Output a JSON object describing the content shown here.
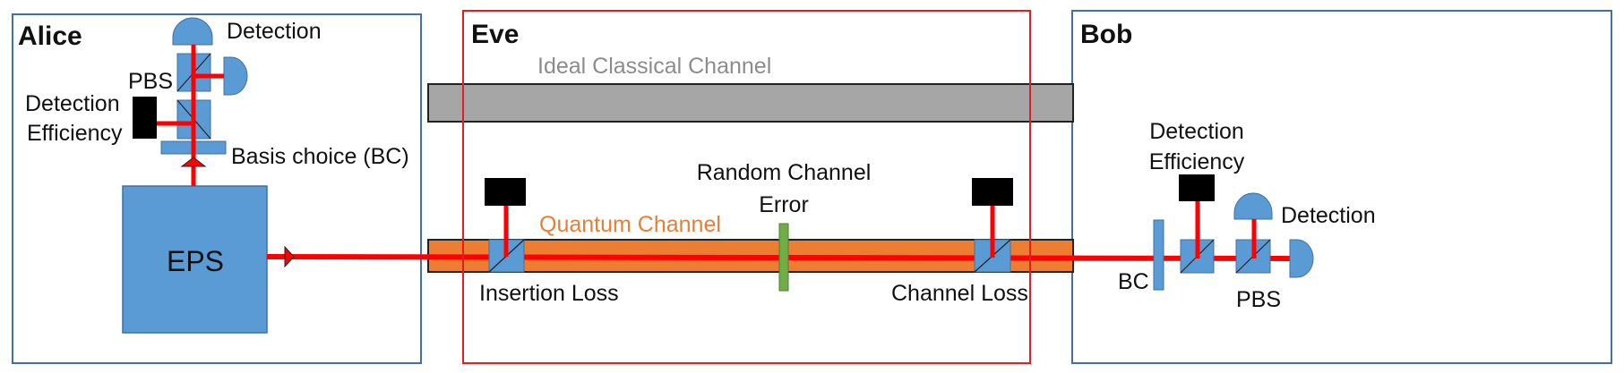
{
  "colors": {
    "component_blue": "#5b9bd5",
    "beam_red": "#ff0000",
    "eve_border": "#e02020",
    "party_border": "#41719c",
    "classical_gray": "#a6a6a6",
    "quantum_orange": "#ed7d31",
    "error_green": "#70ad47"
  },
  "alice": {
    "title": "Alice",
    "detection": "Detection",
    "pbs": "PBS",
    "efficiency_line1": "Detection",
    "efficiency_line2": "Efficiency",
    "basis_choice": "Basis choice (BC)",
    "eps": "EPS"
  },
  "eve": {
    "title": "Eve",
    "classical_channel": "Ideal Classical Channel",
    "quantum_channel": "Quantum Channel",
    "random_error_line1": "Random Channel",
    "random_error_line2": "Error",
    "insertion_loss": "Insertion Loss",
    "channel_loss": "Channel Loss"
  },
  "bob": {
    "title": "Bob",
    "efficiency_line1": "Detection",
    "efficiency_line2": "Efficiency",
    "detection": "Detection",
    "bc": "BC",
    "pbs": "PBS"
  }
}
